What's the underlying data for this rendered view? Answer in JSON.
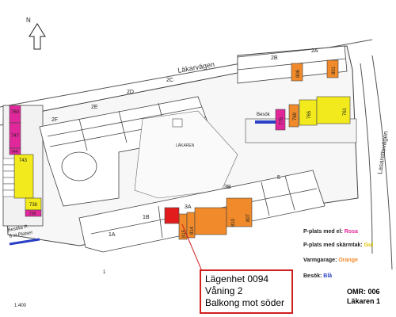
{
  "compass": {
    "label": "N"
  },
  "streets": {
    "north": "Läkarvägen",
    "east": "Lasarettsvägen"
  },
  "courtyard": "LÄKAREN",
  "buildings": {
    "b2A": "2A",
    "b2B": "2B",
    "b2C": "2C",
    "b2D": "2D",
    "b2E": "2E",
    "b2F": "2F",
    "b1A": "1A",
    "b1B": "1B",
    "b3A": "3A",
    "b3B": "3B",
    "b5": "5"
  },
  "parking": {
    "west": [
      "760",
      "747",
      "744",
      "743",
      "738",
      "739"
    ],
    "north": [
      "806",
      "801"
    ],
    "mid": [
      "775",
      "769",
      "765",
      "761"
    ],
    "south": [
      "815",
      "814",
      "810",
      "807"
    ],
    "besok_mid": "Besök",
    "besok_west_line1": "Besöks P.",
    "besok_west_line2": "6 st Platser"
  },
  "legend": {
    "rosa_prefix": "P-plats med el: ",
    "rosa_color_name": "Rosa",
    "gul_prefix": "P-plats med skärmtak: ",
    "gul_color_name": "Gul",
    "orange_prefix": "Varmgarage: ",
    "orange_color_name": "Orange",
    "bla_prefix": "Besök: ",
    "bla_color_name": "Blå"
  },
  "colors": {
    "rosa": "#e0289a",
    "gul": "#f2ea1c",
    "orange": "#f08a2a",
    "bla": "#2a3fc4",
    "highlight": "#e21c1c"
  },
  "callout": {
    "line1": "Lägenhet 0094",
    "line2": "Våning 2",
    "line3": "Balkong mot söder"
  },
  "omr": {
    "line1": "OMR: 006",
    "line2": "Läkaren 1"
  },
  "scale": "1:400"
}
